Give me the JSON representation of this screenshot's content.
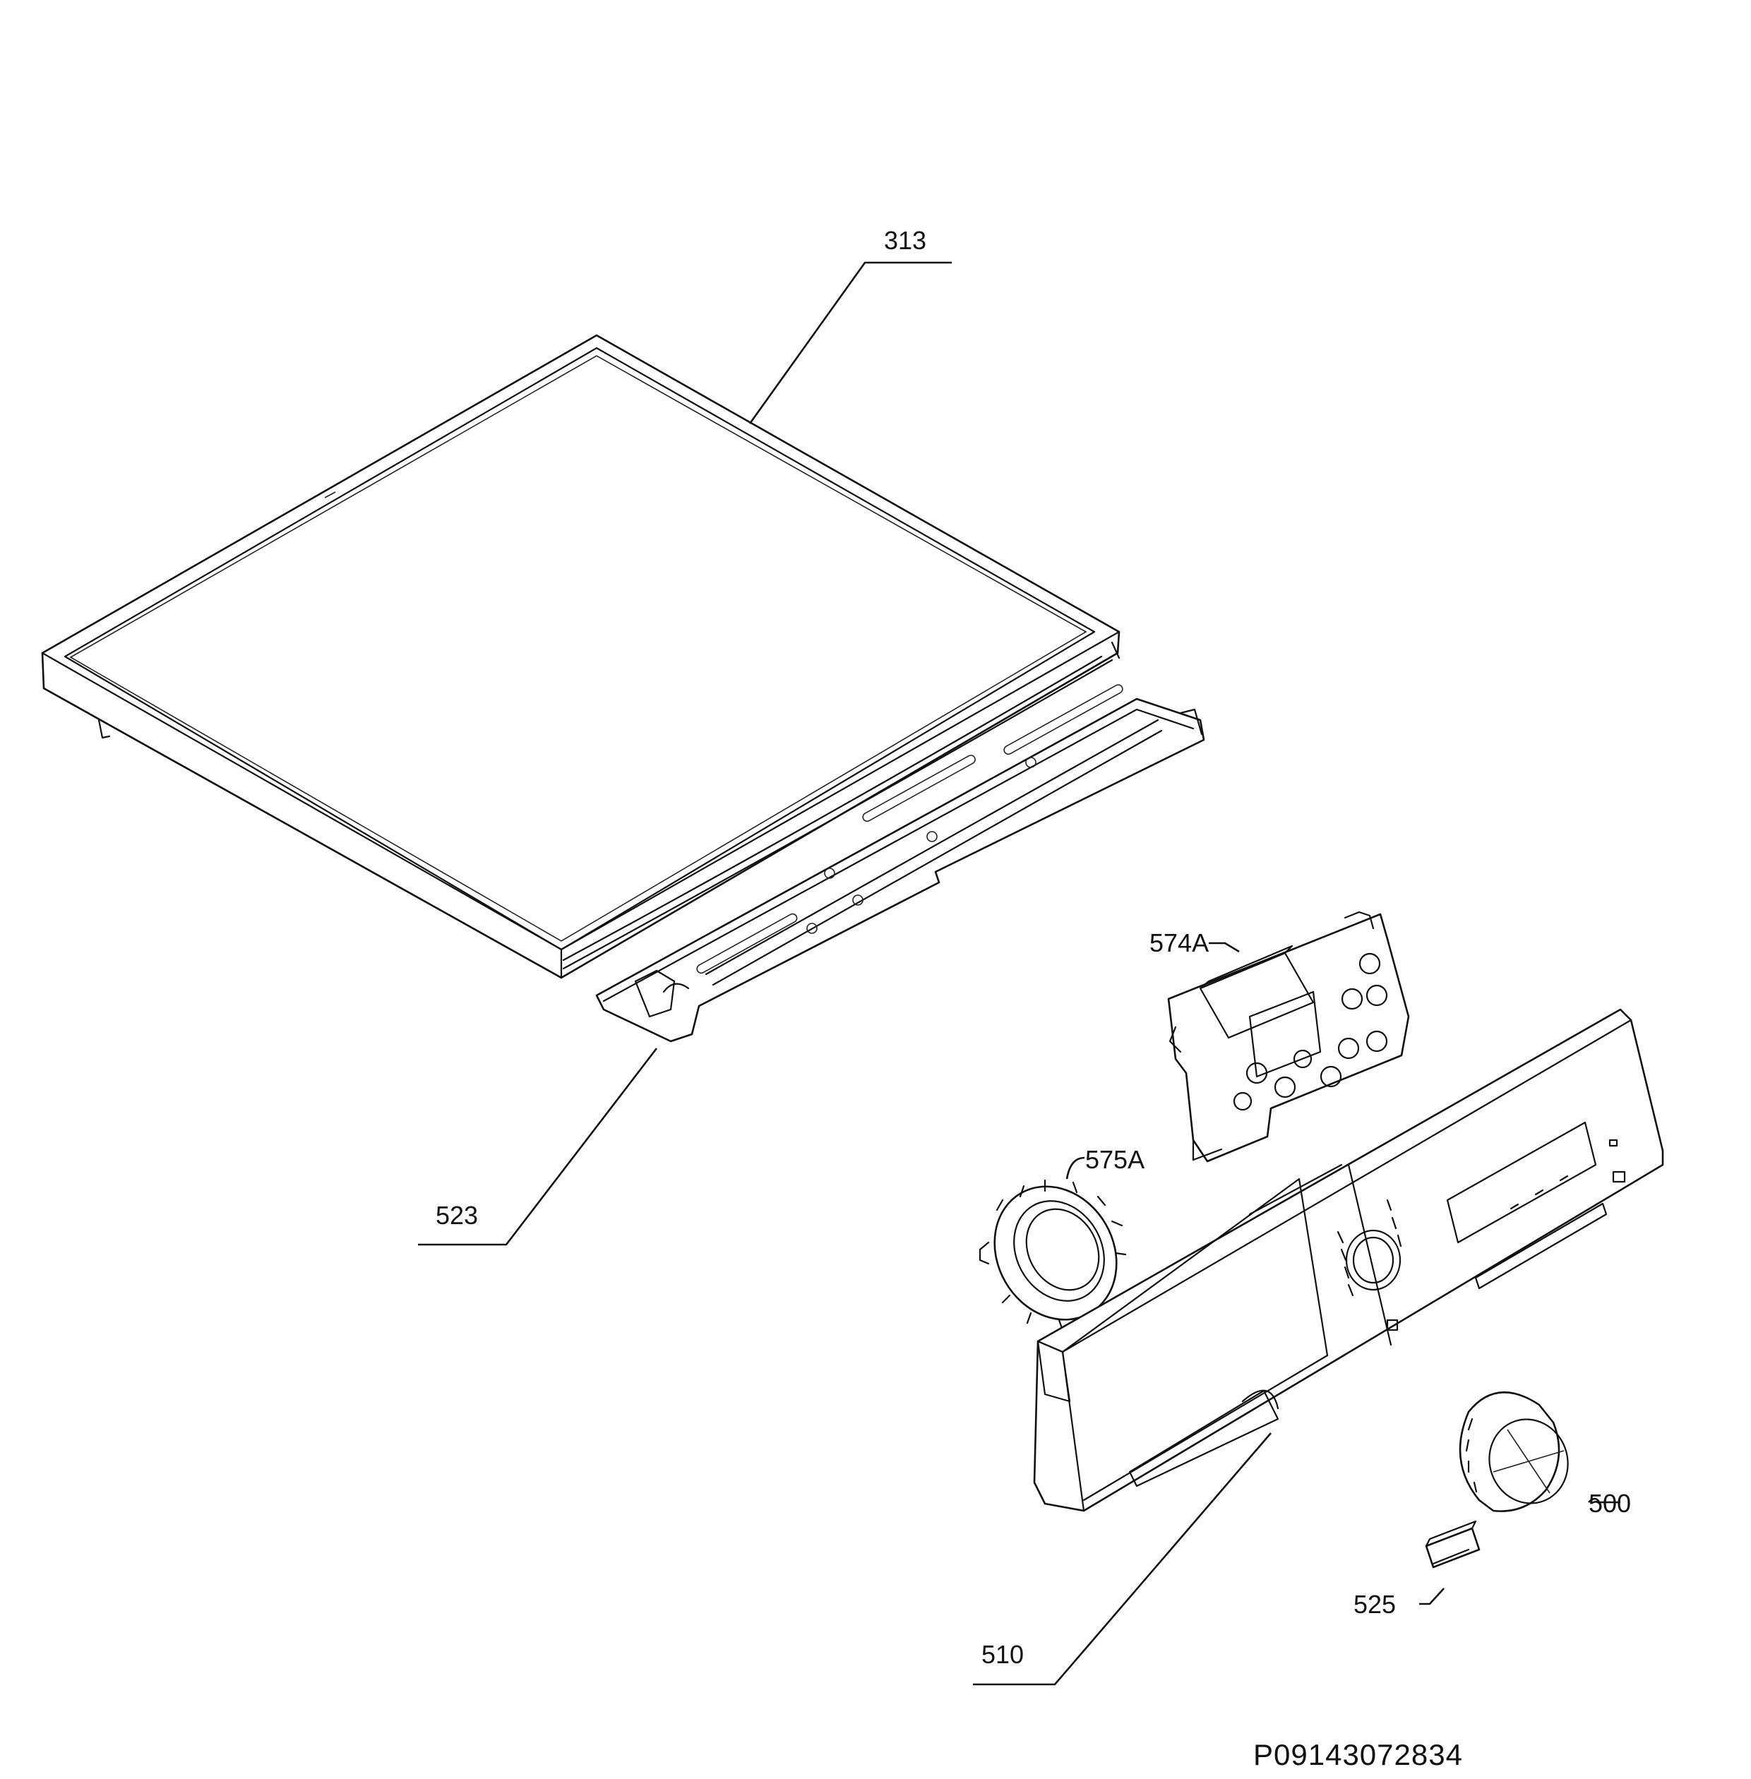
{
  "callouts": {
    "p313": "313",
    "p523": "523",
    "p574A": "574A",
    "p575A": "575A",
    "p510": "510",
    "p500": "500",
    "p525": "525"
  },
  "document_number": "P09143072834"
}
